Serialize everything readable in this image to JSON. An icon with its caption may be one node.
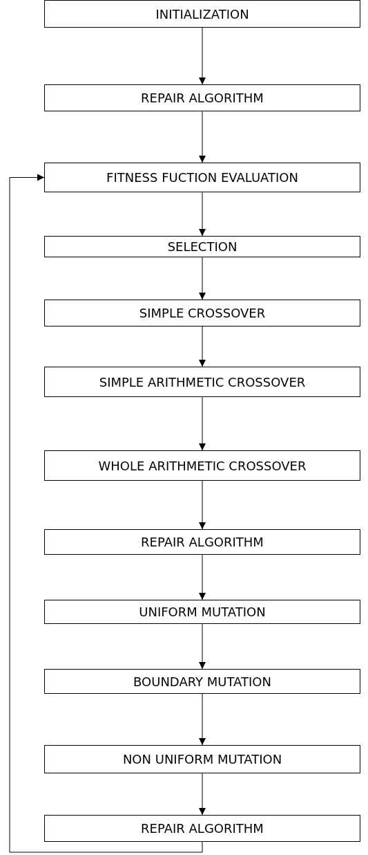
{
  "diagram": {
    "nodes": [
      {
        "text": [
          "INITIALIZATION"
        ]
      },
      {
        "text": [
          "REPAIR ALGORITHM"
        ]
      },
      {
        "text": [
          "FITNESS FUCTION EVALUATION"
        ]
      },
      {
        "text": [
          "SELECTION"
        ]
      },
      {
        "text": [
          "SIMPLE CROSSOVER"
        ]
      },
      {
        "text": [
          "SIMPLE ARITHMETIC CROSSOVER"
        ]
      },
      {
        "text": [
          "WHOLE ARITHMETIC CROSSOVER"
        ]
      },
      {
        "text": [
          "REPAIR ALGORITHM"
        ]
      },
      {
        "text": [
          "UNIFORM MUTATION"
        ]
      },
      {
        "text": [
          "BOUNDARY MUTATION"
        ]
      },
      {
        "text": [
          "NON UNIFORM MUTATION"
        ]
      },
      {
        "text": [
          "REPAIR ALGORITHM"
        ]
      }
    ],
    "edges": [
      {
        "from": 0,
        "to": 1,
        "arrow": "to"
      },
      {
        "from": 1,
        "to": 2,
        "arrow": "to"
      },
      {
        "from": 2,
        "to": 3,
        "arrow": "to"
      },
      {
        "from": 3,
        "to": 4,
        "arrow": "to"
      },
      {
        "from": 4,
        "to": 5,
        "arrow": "to"
      },
      {
        "from": 5,
        "to": 6,
        "arrow": "to"
      },
      {
        "from": 6,
        "to": 7,
        "arrow": "to"
      },
      {
        "from": 7,
        "to": 8,
        "arrow": "to"
      },
      {
        "from": 8,
        "to": 9,
        "arrow": "to"
      },
      {
        "from": 9,
        "to": 10,
        "arrow": "to"
      },
      {
        "from": 10,
        "to": 11,
        "arrow": "to"
      },
      {
        "from": 11,
        "to": 2,
        "arrow": "to"
      }
    ]
  }
}
